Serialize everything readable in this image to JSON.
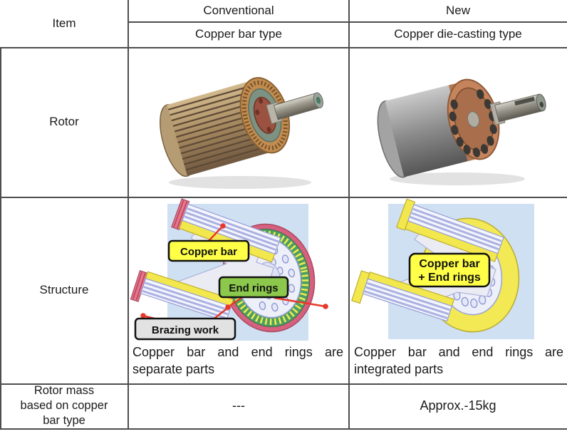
{
  "table": {
    "header": {
      "item": "Item",
      "conventional": "Conventional",
      "new": "New",
      "conventional_sub": "Copper bar type",
      "new_sub": "Copper die-casting type"
    },
    "row_labels": {
      "rotor": "Rotor",
      "structure": "Structure"
    },
    "rotor_mass_lines": [
      "Rotor mass",
      "based on copper",
      "bar type"
    ],
    "rotor_mass_values": {
      "conventional": "---",
      "new": "Approx.-15kg"
    }
  },
  "structure": {
    "conventional": {
      "labels": {
        "copper_bar": "Copper bar",
        "end_rings": "End rings",
        "brazing": "Brazing work"
      },
      "caption": "Copper bar and end rings are separate parts"
    },
    "new": {
      "label_line1": "Copper bar",
      "label_line2": "+ End rings",
      "caption": "Copper bar and end rings are integrated parts"
    }
  },
  "colors": {
    "table_border": "#4d4d4d",
    "diagram_background": "#cfe0f2",
    "label_yellow": "#ffff47",
    "label_green": "#8cc84b",
    "label_gray": "#e2e2e2",
    "leader_red": "#e8382c",
    "end_ring_green": "#4e9e62",
    "rim_pink": "#d6607e",
    "die_cast_yellow": "#f2e955",
    "copper_photo": "#c08c50",
    "steel_gray": "#8f8f8f"
  }
}
